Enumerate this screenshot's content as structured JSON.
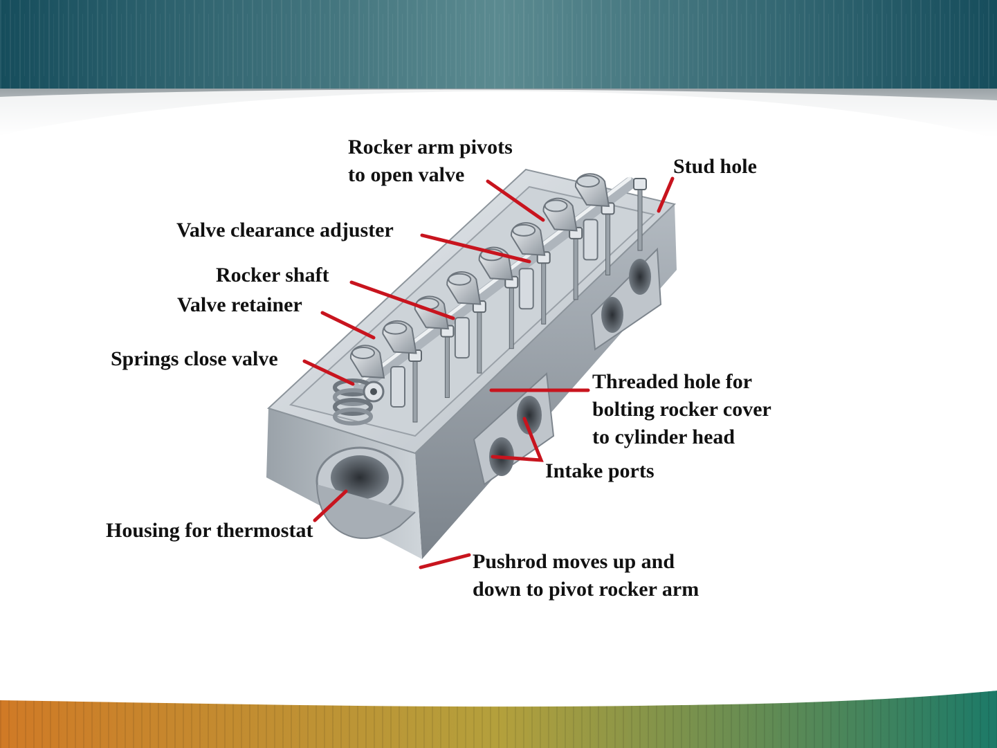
{
  "colors": {
    "header_dark": "#164d5c",
    "header_light": "#5b8a90",
    "footer_left": "#d07a26",
    "footer_mid": "#b4a03c",
    "footer_right": "#1c7a68",
    "leader_red": "#c8141e",
    "metal_light": "#dfe3e7",
    "metal_mid": "#a9b0b7",
    "metal_dark": "#6d757d"
  },
  "labels": {
    "rocker_arm": [
      "Rocker arm pivots",
      "to open valve"
    ],
    "stud_hole": "Stud hole",
    "valve_clearance": "Valve clearance adjuster",
    "rocker_shaft": "Rocker shaft",
    "valve_retainer": "Valve retainer",
    "springs": "Springs close valve",
    "threaded_hole": [
      "Threaded hole for",
      "bolting rocker cover",
      "to cylinder head"
    ],
    "intake_ports": "Intake ports",
    "thermostat": "Housing for thermostat",
    "pushrod": [
      "Pushrod moves up and",
      "down to pivot rocker arm"
    ]
  }
}
